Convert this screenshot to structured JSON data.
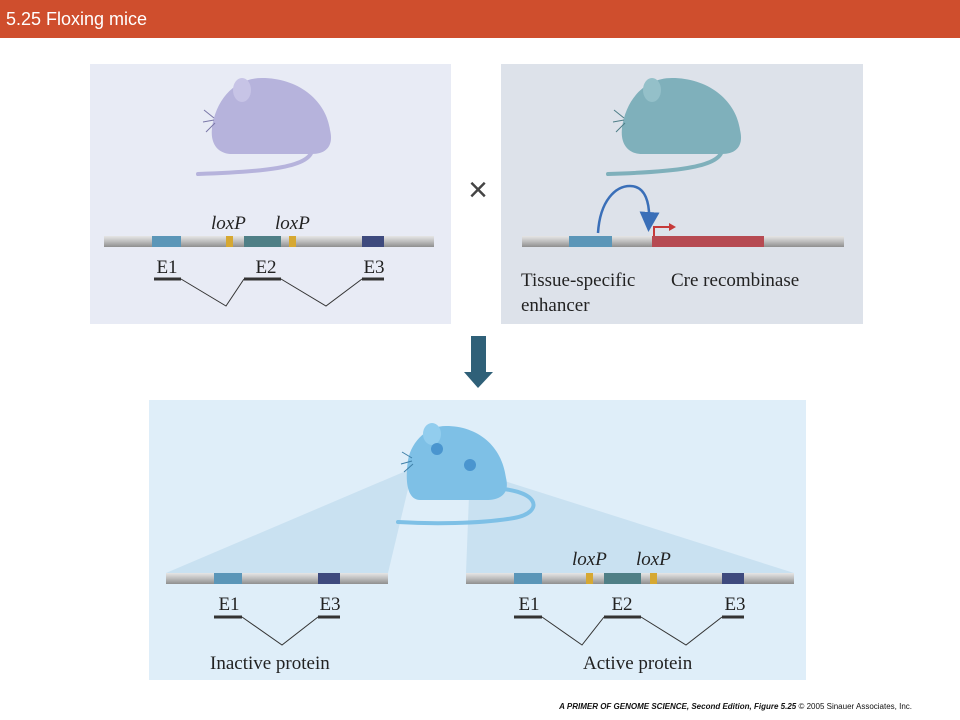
{
  "header": {
    "title": "5.25  Floxing mice"
  },
  "colors": {
    "header": "#cf4e2d",
    "mouse_floxed": "#b6b3dc",
    "mouse_cre": "#7fb0bb",
    "mouse_offspring": "#7ec0e6",
    "exon1": "#5b96b8",
    "exon2": "#4f7f86",
    "exon3": "#3e4a7e",
    "loxp": "#d6a832",
    "cre": "#b64a52",
    "arrow": "#3a6f8c"
  },
  "parent_floxed": {
    "loxp_labels": [
      "loxP",
      "loxP"
    ],
    "exons": [
      "E1",
      "E2",
      "E3"
    ]
  },
  "cross_symbol": "×",
  "parent_cre": {
    "enhancer_label_line1": "Tissue-specific",
    "enhancer_label_line2": "enhancer",
    "gene_label": "Cre recombinase"
  },
  "offspring": {
    "left": {
      "exons": [
        "E1",
        "E3"
      ],
      "label": "Inactive protein"
    },
    "right": {
      "loxp_labels": [
        "loxP",
        "loxP"
      ],
      "exons": [
        "E1",
        "E2",
        "E3"
      ],
      "label": "Active protein"
    }
  },
  "caption": {
    "book": "A PRIMER OF GENOME SCIENCE, Second Edition, Figure 5.25",
    "copyright": "© 2005 Sinauer Associates, Inc."
  }
}
